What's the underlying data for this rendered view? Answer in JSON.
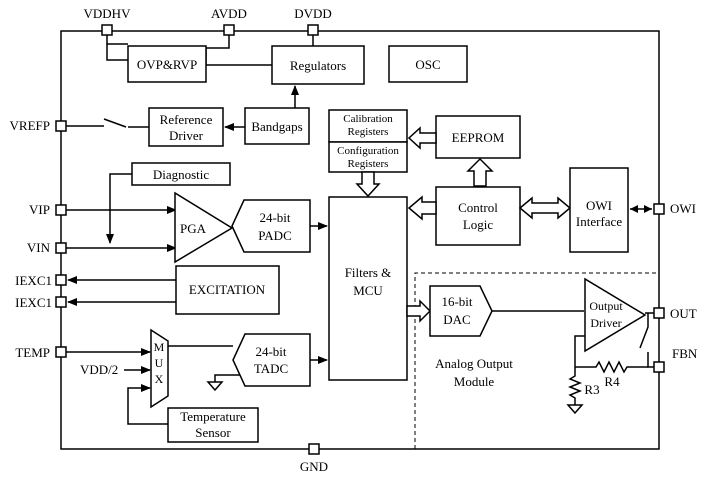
{
  "pins": {
    "vddhv": "VDDHV",
    "avdd": "AVDD",
    "dvdd": "DVDD",
    "vrefp": "VREFP",
    "vip": "VIP",
    "vin": "VIN",
    "iexc1_a": "IEXC1",
    "iexc1_b": "IEXC1",
    "temp": "TEMP",
    "vdd2": "VDD/2",
    "owi": "OWI",
    "out": "OUT",
    "fbn": "FBN",
    "gnd": "GND"
  },
  "blocks": {
    "ovp_rvp": "OVP&RVP",
    "regulators": "Regulators",
    "osc": "OSC",
    "reference_driver": [
      "Reference",
      "Driver"
    ],
    "bandgaps": "Bandgaps",
    "calibration_registers": [
      "Calibration",
      "Registers"
    ],
    "configuration_registers": [
      "Configuration",
      "Registers"
    ],
    "eeprom": "EEPROM",
    "diagnostic": "Diagnostic",
    "pga": "PGA",
    "padc": [
      "24-bit",
      "PADC"
    ],
    "control_logic": [
      "Control",
      "Logic"
    ],
    "owi_interface": [
      "OWI",
      "Interface"
    ],
    "excitation": "EXCITATION",
    "filters_mcu": [
      "Filters &",
      "MCU"
    ],
    "dac": [
      "16-bit",
      "DAC"
    ],
    "output_driver": [
      "Output",
      "Driver"
    ],
    "mux": [
      "M",
      "U",
      "X"
    ],
    "tadc": [
      "24-bit",
      "TADC"
    ],
    "temperature_sensor": [
      "Temperature",
      "Sensor"
    ],
    "analog_output_module": [
      "Analog Output",
      "Module"
    ],
    "r3": "R3",
    "r4": "R4"
  }
}
